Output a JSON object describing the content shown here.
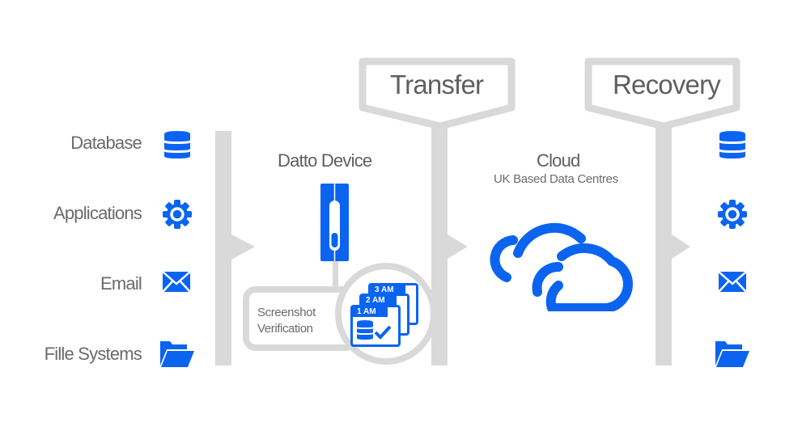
{
  "colors": {
    "accent": "#0a64f0",
    "connector": "#d9d9d9",
    "text": "#666666",
    "background": "#ffffff"
  },
  "sources": [
    {
      "label": "Database",
      "icon": "database-icon"
    },
    {
      "label": "Applications",
      "icon": "gear-icon"
    },
    {
      "label": "Email",
      "icon": "envelope-icon"
    },
    {
      "label": "Fille Systems",
      "icon": "folder-icon"
    }
  ],
  "stages": {
    "device": {
      "title": "Datto Device",
      "icon": "datto-device-icon"
    },
    "verification": {
      "label_line1": "Screenshot",
      "label_line2": "Verification",
      "snapshots": [
        "3 AM",
        "2 AM",
        "1 AM"
      ]
    },
    "transfer": {
      "label": "Transfer"
    },
    "cloud": {
      "title": "Cloud",
      "subtitle": "UK Based Data Centres",
      "icon": "cloud-icon"
    },
    "recovery": {
      "label": "Recovery"
    }
  },
  "recovered": [
    {
      "icon": "database-icon"
    },
    {
      "icon": "gear-icon"
    },
    {
      "icon": "envelope-icon"
    },
    {
      "icon": "folder-icon"
    }
  ]
}
